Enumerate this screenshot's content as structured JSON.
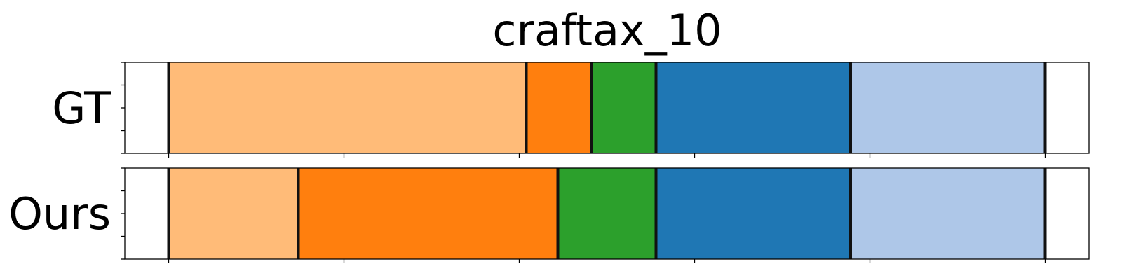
{
  "chart_data": {
    "type": "bar",
    "title": "craftax_10",
    "xlabel": "",
    "ylabel": "",
    "xlim": [
      -0.25,
      5.25
    ],
    "grid": false,
    "legend": "none",
    "rows": [
      {
        "label": "GT",
        "segments": [
          {
            "start": 0.0,
            "end": 2.04,
            "color": "#ffbb78"
          },
          {
            "start": 2.04,
            "end": 2.41,
            "color": "#ff7f0e"
          },
          {
            "start": 2.41,
            "end": 2.78,
            "color": "#2ca02c"
          },
          {
            "start": 2.78,
            "end": 3.89,
            "color": "#1f77b4"
          },
          {
            "start": 3.89,
            "end": 5.0,
            "color": "#aec7e8"
          }
        ]
      },
      {
        "label": "Ours",
        "segments": [
          {
            "start": 0.0,
            "end": 0.74,
            "color": "#ffbb78"
          },
          {
            "start": 0.74,
            "end": 2.22,
            "color": "#ff7f0e"
          },
          {
            "start": 2.22,
            "end": 2.78,
            "color": "#2ca02c"
          },
          {
            "start": 2.78,
            "end": 3.89,
            "color": "#1f77b4"
          },
          {
            "start": 3.89,
            "end": 5.0,
            "color": "#aec7e8"
          }
        ]
      }
    ]
  }
}
